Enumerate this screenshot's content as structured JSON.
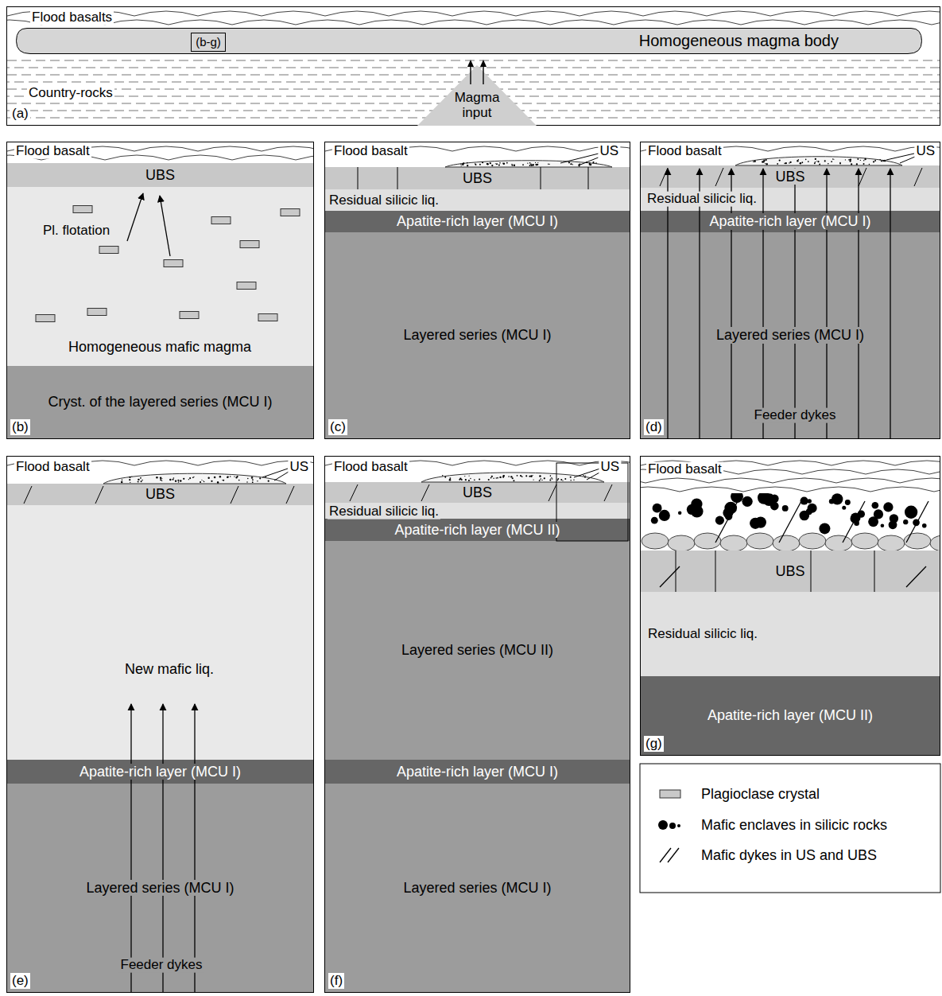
{
  "diagram": {
    "nodes": [
      {
        "text": [
          "(a)"
        ]
      },
      {
        "text": [
          "Homogeneous magma body"
        ],
        "in": 0
      },
      {
        "text": [
          "(b-g)"
        ],
        "in": 1
      },
      {
        "text": [
          "Magma input"
        ],
        "in": 0
      },
      {
        "text": [
          "(b)"
        ]
      },
      {
        "text": [
          "UBS"
        ],
        "in": 4
      },
      {
        "text": [
          "Cryst. of the layered series (MCU I)"
        ],
        "in": 4
      },
      {
        "text": [
          "(c)"
        ]
      },
      {
        "text": [
          "UBS"
        ],
        "in": 7
      },
      {
        "text": [
          "Apatite-rich layer (MCU I)"
        ],
        "in": 7
      },
      {
        "text": [
          "Layered series (MCU I)"
        ],
        "in": 7
      },
      {
        "text": [
          "(d)"
        ]
      },
      {
        "text": [
          "UBS"
        ],
        "in": 11
      },
      {
        "text": [
          "Apatite-rich layer (MCU I)"
        ],
        "in": 11
      },
      {
        "text": [
          "Layered series (MCU I)"
        ],
        "in": 11
      },
      {
        "text": [
          "(e)"
        ]
      },
      {
        "text": [
          "UBS"
        ],
        "in": 15
      },
      {
        "text": [
          "Apatite-rich layer (MCU I)"
        ],
        "in": 15
      },
      {
        "text": [
          "Layered series (MCU I)"
        ],
        "in": 15
      },
      {
        "text": [
          "(f)"
        ]
      },
      {
        "text": [
          "UBS"
        ],
        "in": 19
      },
      {
        "text": [
          "Apatite-rich layer (MCU II)"
        ],
        "in": 19
      },
      {
        "text": [
          "Layered series (MCU II)"
        ],
        "in": 19
      },
      {
        "text": [
          "Apatite-rich layer (MCU I)"
        ],
        "in": 19
      },
      {
        "text": [
          "Layered series (MCU I)"
        ],
        "in": 19
      },
      {
        "text": [
          "(g)"
        ]
      },
      {
        "text": [
          "UBS"
        ],
        "in": 25
      },
      {
        "text": [
          "Apatite-rich layer (MCU II)"
        ],
        "in": 25
      }
    ],
    "labels": [
      "Flood basalts",
      "Country-rocks",
      "Flood basalt",
      "Pl. flotation",
      "Homogeneous mafic magma",
      "Flood basalt",
      "US",
      "Residual silicic liq.",
      "Flood basalt",
      "US",
      "Residual silicic liq.",
      "Feeder dykes",
      "Flood basalt",
      "US",
      "New mafic liq.",
      "Feeder dykes",
      "Flood basalt",
      "US",
      "Residual silicic liq.",
      "Flood basalt",
      "Residual silicic liq."
    ],
    "legend": [
      {
        "text": "Plagioclase crystal"
      },
      {
        "text": "Mafic enclaves in silicic rocks"
      },
      {
        "text": "Mafic dykes in US and UBS"
      }
    ]
  }
}
